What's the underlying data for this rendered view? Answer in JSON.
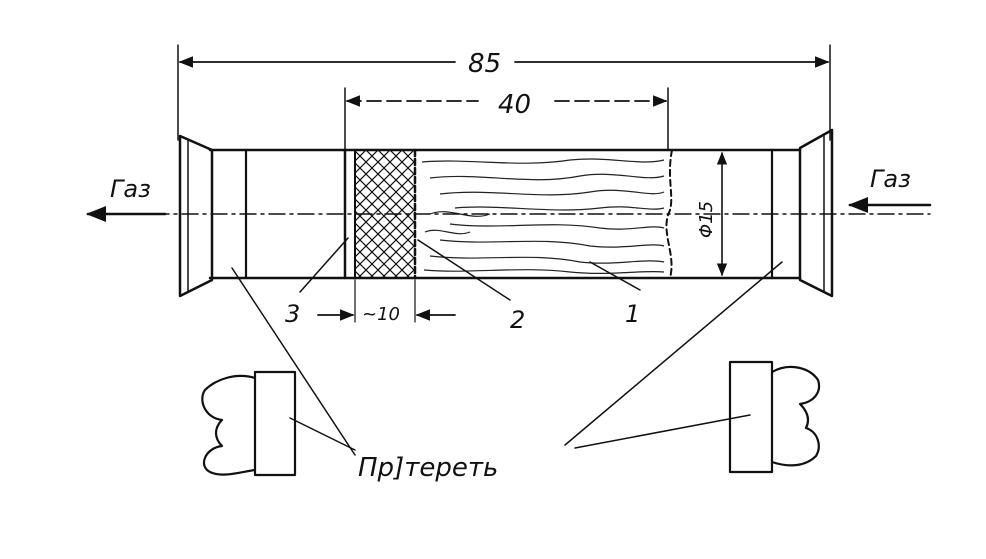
{
  "dimensions": {
    "total_length": "85",
    "filling_length": "40",
    "diameter": "Φ15",
    "mesh_width": "~10"
  },
  "gas_left": "Газ",
  "gas_right": "Газ",
  "callouts": {
    "c1": "1",
    "c2": "2",
    "c3": "3"
  },
  "note": "Пр]тереть"
}
